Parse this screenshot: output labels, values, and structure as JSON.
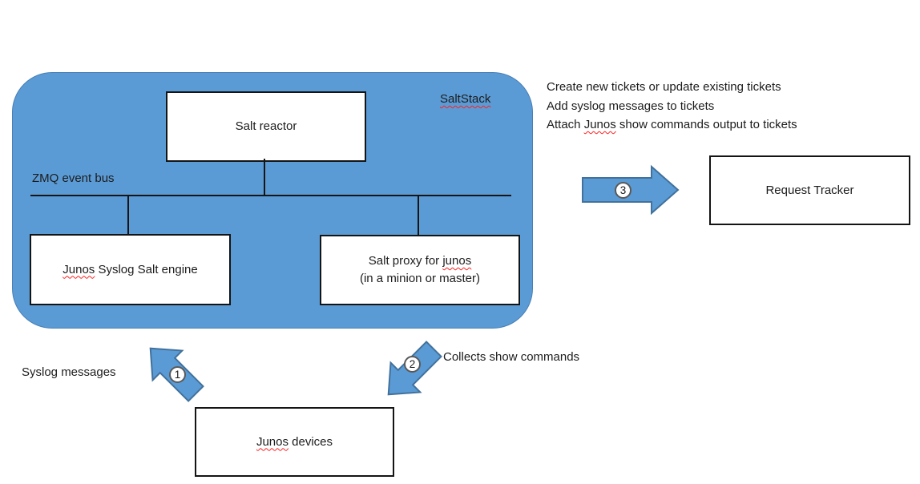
{
  "colors": {
    "accent_blue": "#5b9bd5",
    "arrow_border": "#41719c",
    "box_border": "#141414",
    "spellcheck_red": "#ff1f1f"
  },
  "saltstack": {
    "label": "SaltStack",
    "zmq_bus_label": "ZMQ event bus",
    "salt_reactor": "Salt reactor",
    "junos_engine_word": "Junos",
    "junos_engine_rest": " Syslog Salt engine",
    "salt_proxy_line1_pre": "Salt proxy for ",
    "salt_proxy_line1_word": "junos",
    "salt_proxy_line2": "(in a minion or master)"
  },
  "right_panel": {
    "line1": "Create new tickets or update existing tickets",
    "line2": "Add syslog messages to tickets",
    "line3_pre": "Attach ",
    "line3_word": "Junos",
    "line3_post": " show commands output to tickets",
    "request_tracker": "Request Tracker"
  },
  "steps": {
    "one": "1",
    "two": "2",
    "three": "3"
  },
  "bottom": {
    "syslog_messages": "Syslog messages",
    "collects_show_commands": "Collects show commands",
    "junos_devices_word": "Junos",
    "junos_devices_rest": " devices"
  }
}
